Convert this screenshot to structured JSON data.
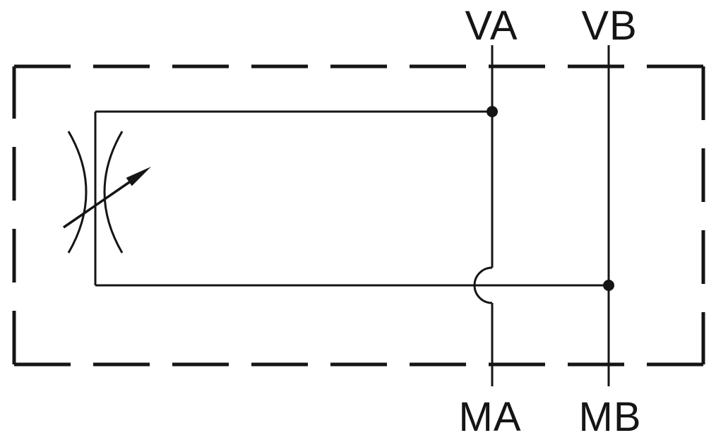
{
  "diagram": {
    "ports": {
      "va": "VA",
      "vb": "VB",
      "ma": "MA",
      "mb": "MB"
    },
    "colors": {
      "line": "#151515",
      "background": "#ffffff"
    },
    "symbols": {
      "variable-throttle-icon": "opposing-arcs-with-diagonal-arrow",
      "junction-dot-icon": "filled-circle",
      "line-hop-icon": "semicircular-crossover",
      "enclosure-outline": "dashed-rectangle"
    }
  }
}
